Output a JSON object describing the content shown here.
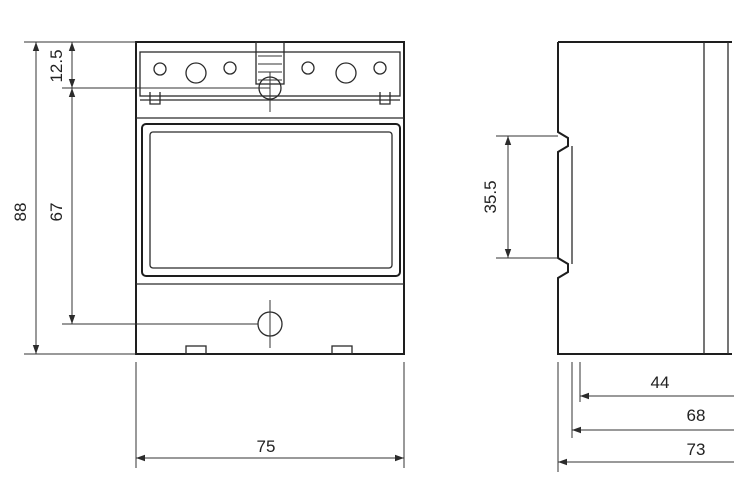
{
  "dimensions": {
    "height_total": "88",
    "height_top": "12.5",
    "height_hole": "67",
    "width_front": "75",
    "rail": "35.5",
    "depth_44": "44",
    "depth_68": "68",
    "depth_73": "73"
  },
  "colors": {
    "line": "#2b2b2b",
    "background": "#ffffff"
  }
}
